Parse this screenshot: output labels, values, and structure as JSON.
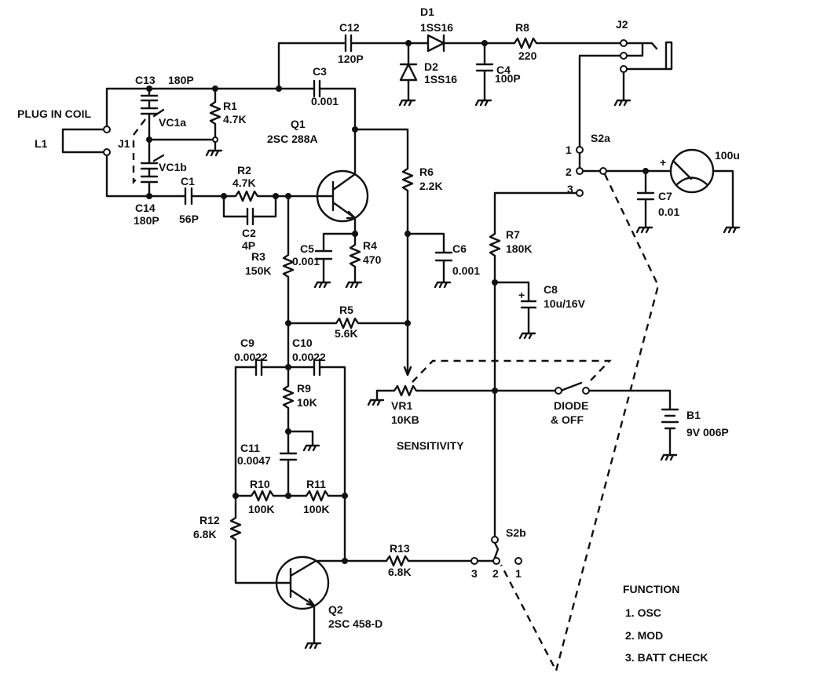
{
  "diagram": {
    "type": "circuit-schematic",
    "ink_color": "#111111",
    "background": "#ffffff"
  },
  "input": {
    "plug_label": "PLUG IN COIL",
    "coil": "L1",
    "jack": "J1"
  },
  "components": {
    "C13": {
      "ref": "C13",
      "value": "180P"
    },
    "C14": {
      "ref": "C14",
      "value": "180P"
    },
    "VC1a": {
      "ref": "VC1a"
    },
    "VC1b": {
      "ref": "VC1b"
    },
    "C1": {
      "ref": "C1",
      "value": "56P"
    },
    "R1": {
      "ref": "R1",
      "value": "4.7K"
    },
    "R2": {
      "ref": "R2",
      "value": "4.7K"
    },
    "C2": {
      "ref": "C2",
      "value": "4P"
    },
    "R3": {
      "ref": "R3",
      "value": "150K"
    },
    "Q1": {
      "ref": "Q1",
      "value": "2SC 288A"
    },
    "C3": {
      "ref": "C3",
      "value": "0.001"
    },
    "C5": {
      "ref": "C5",
      "value": "0.001"
    },
    "R4": {
      "ref": "R4",
      "value": "470"
    },
    "R6": {
      "ref": "R6",
      "value": "2.2K"
    },
    "C6": {
      "ref": "C6",
      "value": "0.001"
    },
    "R5": {
      "ref": "R5",
      "value": "5.6K"
    },
    "C12": {
      "ref": "C12",
      "value": "120P"
    },
    "D1": {
      "ref": "D1",
      "value": "1SS16"
    },
    "D2": {
      "ref": "D2",
      "value": "1SS16"
    },
    "C4": {
      "ref": "C4",
      "value": "100P"
    },
    "R8": {
      "ref": "R8",
      "value": "220"
    },
    "J2": {
      "ref": "J2"
    },
    "S2a": {
      "ref": "S2a",
      "pos1": "1",
      "pos2": "2",
      "pos3": "3"
    },
    "C7": {
      "ref": "C7",
      "value": "0.01"
    },
    "M1": {
      "value": "100u",
      "polarity": "+"
    },
    "R7": {
      "ref": "R7",
      "value": "180K"
    },
    "C8": {
      "ref": "C8",
      "value": "10u/16V",
      "polarity": "+"
    },
    "VR1": {
      "ref": "VR1",
      "value": "10KB",
      "function": "SENSITIVITY"
    },
    "SW_DIODE": {
      "line1": "DIODE",
      "line2": "& OFF"
    },
    "B1": {
      "ref": "B1",
      "value": "9V 006P"
    },
    "C9": {
      "ref": "C9",
      "value": "0.0022"
    },
    "C10": {
      "ref": "C10",
      "value": "0.0022"
    },
    "R9": {
      "ref": "R9",
      "value": "10K"
    },
    "C11": {
      "ref": "C11",
      "value": "0.0047"
    },
    "R10": {
      "ref": "R10",
      "value": "100K"
    },
    "R11": {
      "ref": "R11",
      "value": "100K"
    },
    "R12": {
      "ref": "R12",
      "value": "6.8K"
    },
    "Q2": {
      "ref": "Q2",
      "value": "2SC 458-D"
    },
    "R13": {
      "ref": "R13",
      "value": "6.8K"
    },
    "S2b": {
      "ref": "S2b",
      "pos1": "1",
      "pos2": "2",
      "pos3": "3"
    }
  },
  "legend": {
    "title": "FUNCTION",
    "items": [
      "1. OSC",
      "2. MOD",
      "3. BATT CHECK"
    ]
  }
}
